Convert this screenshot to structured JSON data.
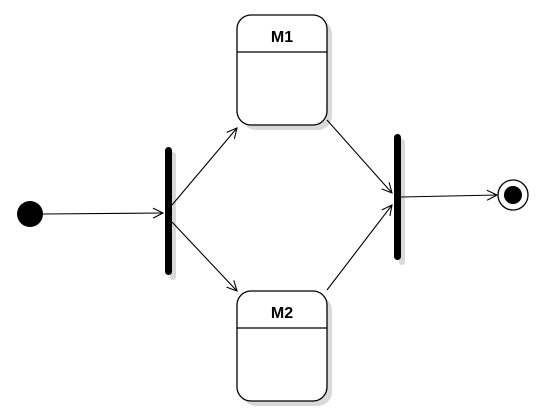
{
  "states": [
    {
      "id": "m1",
      "label": "M1"
    },
    {
      "id": "m2",
      "label": "M2"
    }
  ],
  "transitions": [
    {
      "from": "initial",
      "to": "fork"
    },
    {
      "from": "fork",
      "to": "m1"
    },
    {
      "from": "fork",
      "to": "m2"
    },
    {
      "from": "m1",
      "to": "join"
    },
    {
      "from": "m2",
      "to": "join"
    },
    {
      "from": "join",
      "to": "final"
    }
  ],
  "colors": {
    "stroke": "#000000",
    "fill": "#ffffff",
    "shadow": "#d9d9d9"
  }
}
